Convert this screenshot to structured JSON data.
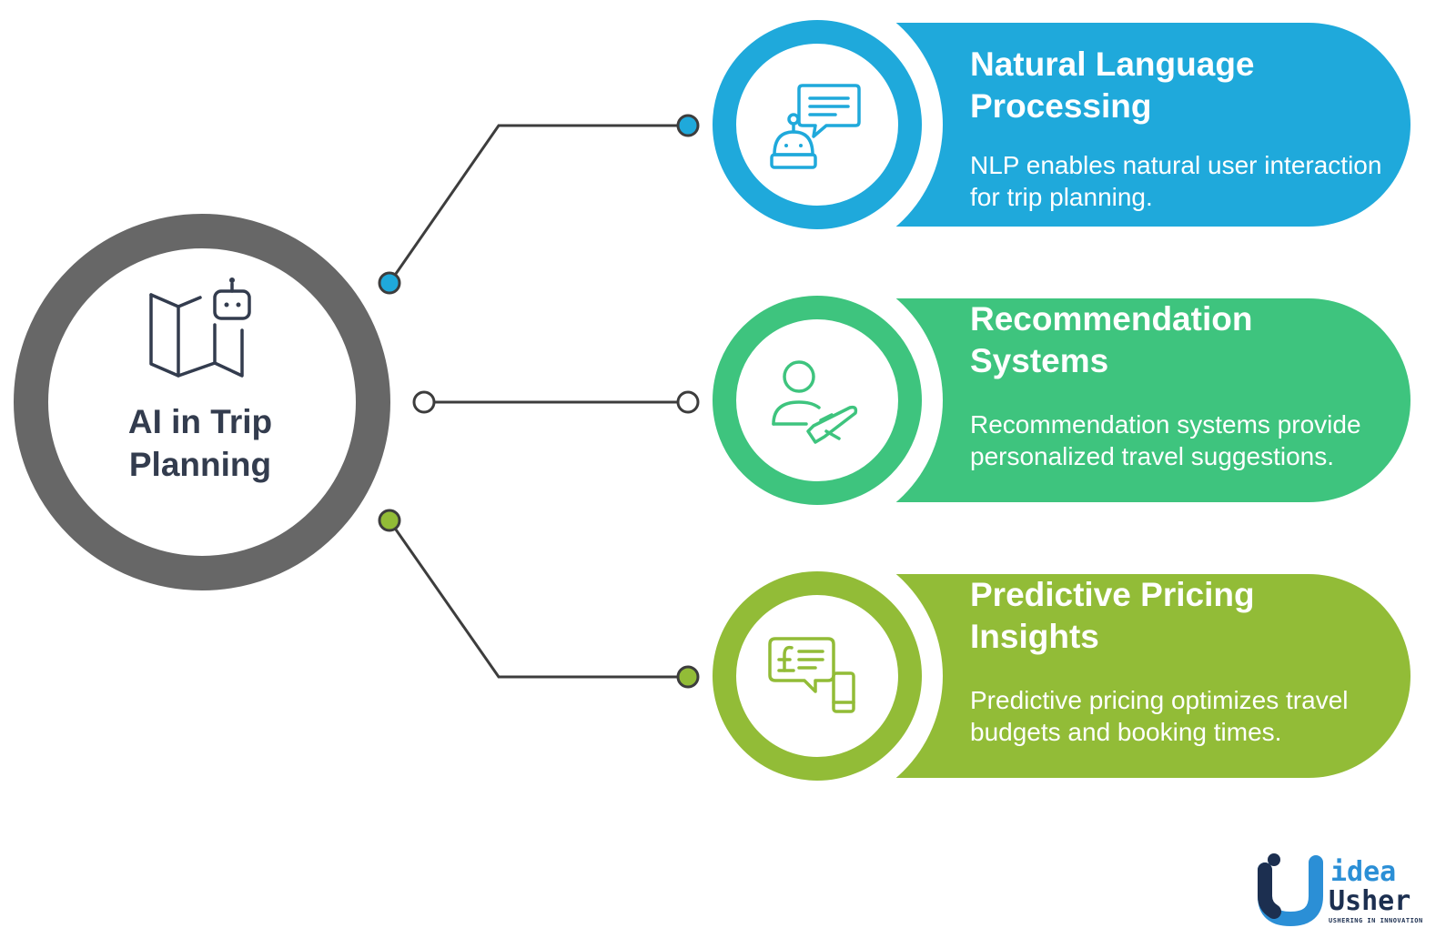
{
  "center": {
    "title_line1": "AI in Trip",
    "title_line2": "Planning",
    "icon": "map-robot-icon"
  },
  "items": [
    {
      "title_line1": "Natural Language",
      "title_line2": "Processing",
      "description": "NLP enables natural user interaction for trip planning.",
      "icon": "robot-chat-icon",
      "color": "#1fa9db"
    },
    {
      "title_line1": "Recommendation",
      "title_line2": "Systems",
      "description": "Recommendation systems provide personalized travel suggestions.",
      "icon": "user-airplane-icon",
      "color": "#3ec47e"
    },
    {
      "title_line1": "Predictive Pricing",
      "title_line2": "Insights",
      "description": "Predictive pricing optimizes travel budgets and booking times.",
      "icon": "pound-chat-phone-icon",
      "color": "#92bc37"
    }
  ],
  "logo": {
    "line1": "idea",
    "line2": "Usher",
    "tagline": "USHERING IN INNOVATION"
  },
  "colors": {
    "center_ring": "#676767",
    "connector": "#3d3d3d",
    "center_text": "#333c4e"
  }
}
